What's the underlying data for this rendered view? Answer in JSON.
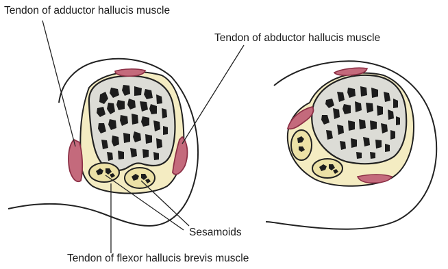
{
  "labels": {
    "adductor": "Tendon of adductor hallucis muscle",
    "abductor": "Tendon of abductor hallucis muscle",
    "sesamoids": "Sesamoids",
    "flexor": "Tendon of flexor hallucis brevis muscle"
  },
  "colors": {
    "bone": "#dcdcd6",
    "trabecula": "#1c1c1c",
    "capsule": "#f4ecc2",
    "tendon": "#c46a7c",
    "tendon_dark": "#8c3046",
    "outline": "#222222"
  }
}
